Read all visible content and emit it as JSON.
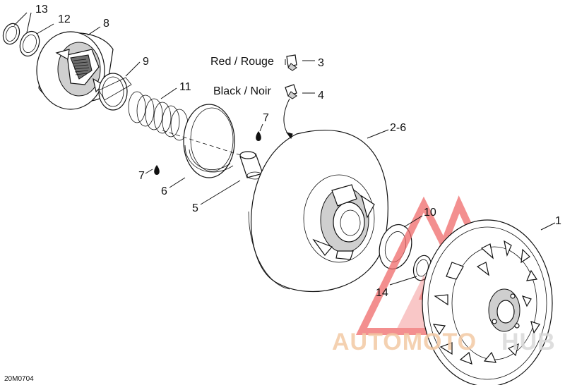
{
  "labels": {
    "part_1": "1",
    "part_2_6": "2-6",
    "part_3": "3",
    "part_4": "4",
    "part_5": "5",
    "part_6": "6",
    "part_7a": "7",
    "part_7b": "7",
    "part_8": "8",
    "part_9": "9",
    "part_10": "10",
    "part_11": "11",
    "part_12": "12",
    "part_13": "13",
    "part_14": "14",
    "red_rouge": "Red / Rouge",
    "black_noir": "Black / Noir",
    "drawing_code": "20M0704"
  },
  "watermark": {
    "text_auto_moto": "AUTOMOTO",
    "text_hub": "HUB",
    "logo_color": "#f06a6a",
    "text_color": "#f3c9a4"
  },
  "colors": {
    "line": "#111111",
    "background": "#ffffff",
    "shade": "#cfcfcf"
  }
}
